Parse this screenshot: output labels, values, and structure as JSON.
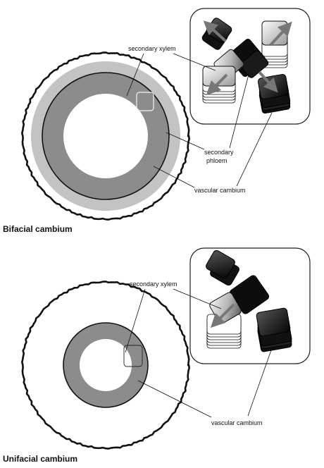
{
  "diagram": {
    "panels": [
      {
        "caption": "Bifacial cambium",
        "labels": {
          "secondary_xylem": "secondary xylem",
          "secondary_phloem": [
            "secondary",
            "phloem"
          ],
          "vascular_cambium": "vascular cambium"
        }
      },
      {
        "caption": "Unifacial cambium",
        "labels": {
          "secondary_xylem": "secondary xylem",
          "vascular_cambium": "vascular cambium"
        }
      }
    ],
    "colors": {
      "xylem": "#8c8c8c",
      "phloem": "#c3c3c3",
      "outline": "#111111",
      "background": "#ffffff"
    }
  }
}
